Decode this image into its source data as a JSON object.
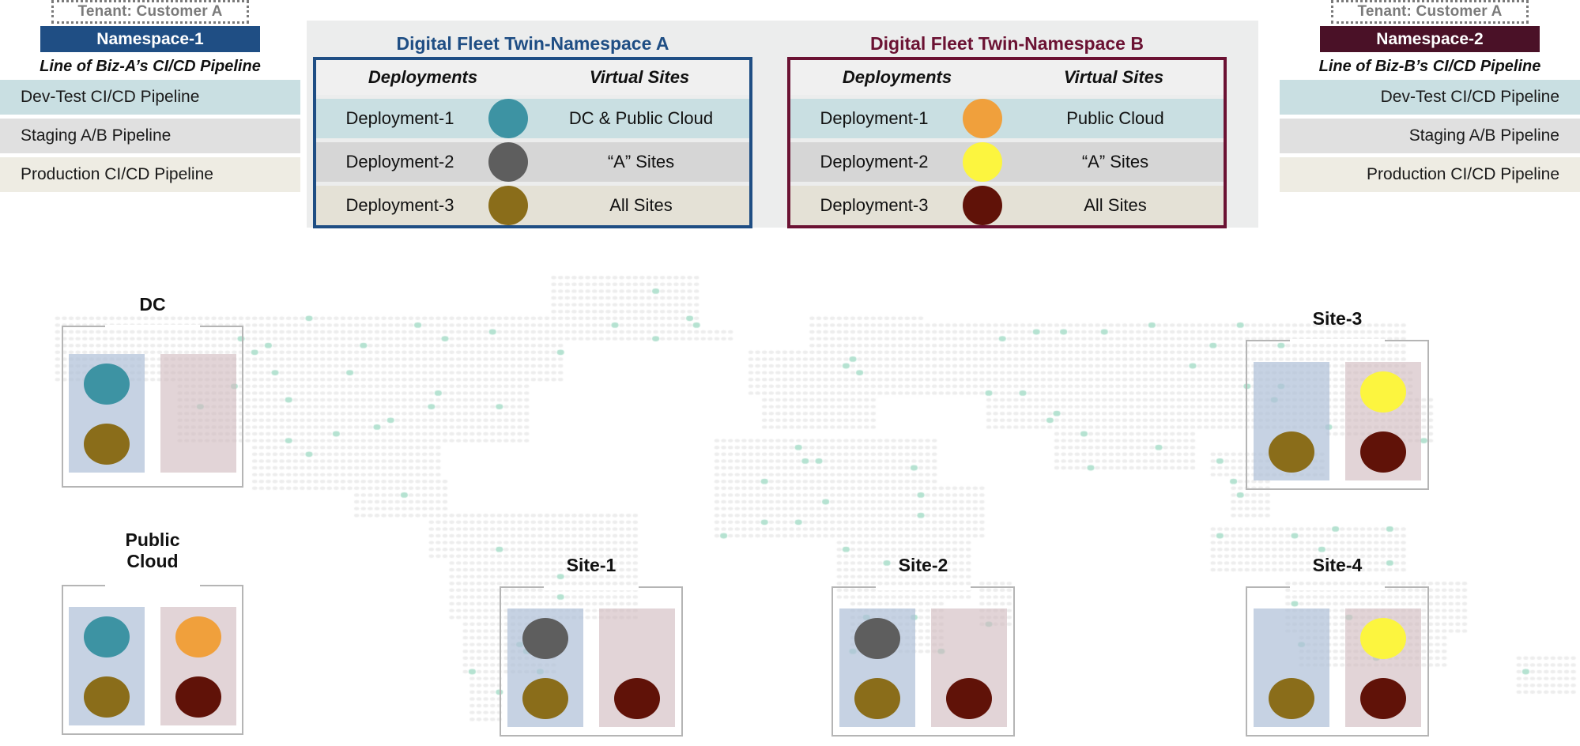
{
  "colors": {
    "namespace_a": "#1f4e84",
    "namespace_b": "#6b1233",
    "ns1_bar": "#1f4e84",
    "ns2_bar": "#4a1127",
    "teal": "#3d93a3",
    "gray": "#5e5e5e",
    "olive": "#8a6d1a",
    "orange": "#f0a03c",
    "yellow": "#fcf53f",
    "darkred": "#601208",
    "row_teal": "#c9dfe2",
    "row_gray": "#d6d6d6",
    "row_beige": "#e4e1d6",
    "map_land": "#e6e6e6",
    "map_accent": "#a8ddc9"
  },
  "left_panel": {
    "tenant": "Tenant: Customer A",
    "namespace": "Namespace-1",
    "line_of_biz": "Line of Biz-A’s CI/CD Pipeline",
    "pipelines": [
      "Dev-Test CI/CD Pipeline",
      "Staging A/B Pipeline",
      "Production CI/CD Pipeline"
    ]
  },
  "right_panel": {
    "tenant": "Tenant: Customer A",
    "namespace": "Namespace-2",
    "line_of_biz": "Line of Biz-B’s CI/CD Pipeline",
    "pipelines": [
      "Dev-Test CI/CD Pipeline",
      "Staging A/B Pipeline",
      "Production CI/CD Pipeline"
    ]
  },
  "namespace_a": {
    "title": "Digital Fleet Twin-Namespace A",
    "headers": {
      "deployments": "Deployments",
      "virtual_sites": "Virtual Sites"
    },
    "rows": [
      {
        "deployment": "Deployment-1",
        "dot": "#3d93a3",
        "virtual_site": "DC & Public Cloud"
      },
      {
        "deployment": "Deployment-2",
        "dot": "#5e5e5e",
        "virtual_site": "“A” Sites"
      },
      {
        "deployment": "Deployment-3",
        "dot": "#8a6d1a",
        "virtual_site": "All  Sites"
      }
    ]
  },
  "namespace_b": {
    "title": "Digital Fleet Twin-Namespace B",
    "headers": {
      "deployments": "Deployments",
      "virtual_sites": "Virtual Sites"
    },
    "rows": [
      {
        "deployment": "Deployment-1",
        "dot": "#f0a03c",
        "virtual_site": "Public Cloud"
      },
      {
        "deployment": "Deployment-2",
        "dot": "#fcf53f",
        "virtual_site": "“A” Sites"
      },
      {
        "deployment": "Deployment-3",
        "dot": "#601208",
        "virtual_site": "All  Sites"
      }
    ]
  },
  "sites": [
    {
      "id": "dc",
      "label": "DC",
      "label_lines": [
        "DC"
      ],
      "blue_dots": [
        "#3d93a3",
        "#8a6d1a"
      ],
      "pink_dots": []
    },
    {
      "id": "public-cloud",
      "label": "Public Cloud",
      "label_lines": [
        "Public",
        "Cloud"
      ],
      "blue_dots": [
        "#3d93a3",
        "#8a6d1a"
      ],
      "pink_dots": [
        "#f0a03c",
        "#601208"
      ]
    },
    {
      "id": "site-1",
      "label": "Site-1",
      "label_lines": [
        "Site-1"
      ],
      "blue_dots": [
        "#5e5e5e",
        "#8a6d1a"
      ],
      "pink_dots": [
        null,
        "#601208"
      ]
    },
    {
      "id": "site-2",
      "label": "Site-2",
      "label_lines": [
        "Site-2"
      ],
      "blue_dots": [
        "#5e5e5e",
        "#8a6d1a"
      ],
      "pink_dots": [
        null,
        "#601208"
      ]
    },
    {
      "id": "site-3",
      "label": "Site-3",
      "label_lines": [
        "Site-3"
      ],
      "blue_dots": [
        null,
        "#8a6d1a"
      ],
      "pink_dots": [
        "#fcf53f",
        "#601208"
      ]
    },
    {
      "id": "site-4",
      "label": "Site-4",
      "label_lines": [
        "Site-4"
      ],
      "blue_dots": [
        null,
        "#8a6d1a"
      ],
      "pink_dots": [
        "#fcf53f",
        "#601208"
      ]
    }
  ]
}
